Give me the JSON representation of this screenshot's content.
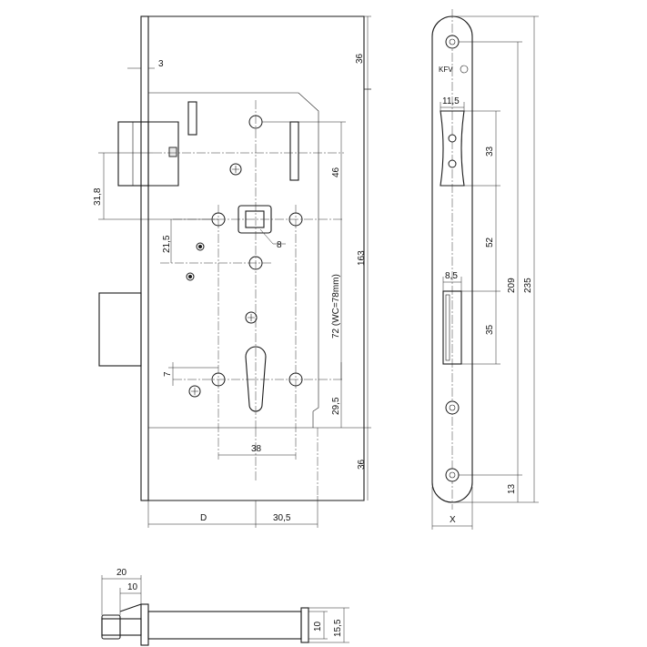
{
  "drawing": {
    "brand_mark": "KFV",
    "dimensions": {
      "backplate_thickness": "3",
      "top_offset": "36",
      "bottom_offset": "36",
      "latch_height": "31,8",
      "latch_to_follower": "46",
      "follower_to_bolt_center": "21,5",
      "follower_square": "8",
      "follower_to_cylinder": "72 (WC=78mm)",
      "total_body_height": "163",
      "cylinder_screw_offset": "7",
      "cylinder_to_bottom": "29,5",
      "screw_hole_spacing": "38",
      "backset": "D",
      "case_depth": "30,5",
      "faceplate_latch_width": "11,5",
      "faceplate_latch_height": "33",
      "faceplate_latch_to_bolt": "52",
      "faceplate_bolt_width": "8,5",
      "faceplate_bolt_height": "35",
      "faceplate_inner_height": "209",
      "faceplate_total_height": "235",
      "faceplate_end_offset": "13",
      "faceplate_width": "X",
      "bolt_projection": "20",
      "latch_projection": "10",
      "case_thickness": "10",
      "faceplate_thickness": "15,5"
    }
  }
}
